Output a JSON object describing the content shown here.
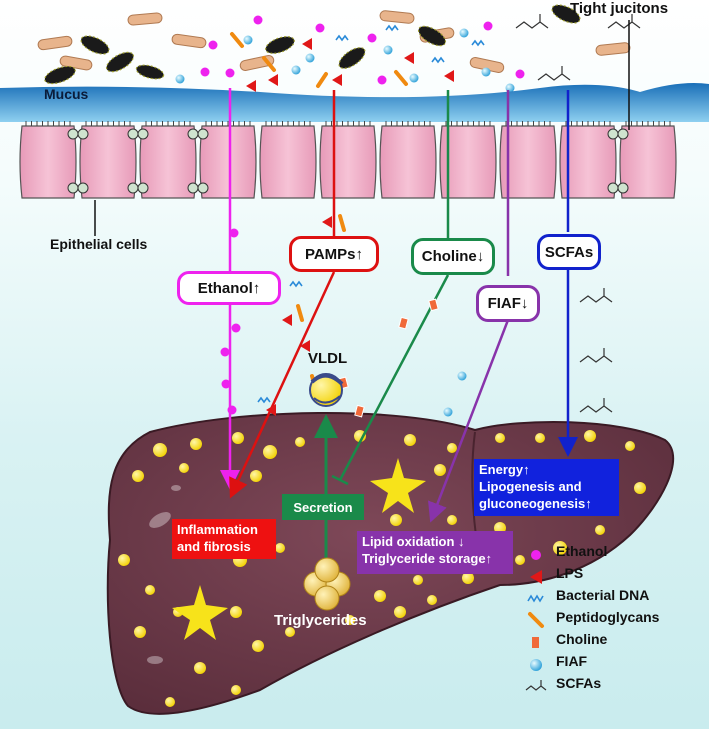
{
  "labels": {
    "tight_junctions": "Tight jucitons",
    "mucus": "Mucus",
    "epithelial_cells": "Epithelial cells",
    "vldl": "VLDL",
    "triglycerides": "Triglycerides"
  },
  "pathways": {
    "ethanol": "Ethanol↑",
    "pamps": "PAMPs↑",
    "choline": "Choline↓",
    "fiaf": "FIAF↓",
    "scfas": "SCFAs",
    "secretion": "Secretion"
  },
  "effects": {
    "inflammation_line1": "Inflammation",
    "inflammation_line2": "and fibrosis",
    "lipid_line1": "Lipid oxidation ↓",
    "lipid_line2": "Triglyceride storage↑",
    "energy_line1": "Energy↑",
    "energy_line2": "Lipogenesis and",
    "energy_line3": "gluconeogenesis↑"
  },
  "legend": [
    {
      "icon": "ethanol-dot-icon",
      "label": "Ethanol"
    },
    {
      "icon": "lps-triangle-icon",
      "label": "LPS"
    },
    {
      "icon": "bacterial-dna-icon",
      "label": "Bacterial DNA"
    },
    {
      "icon": "peptidoglycan-icon",
      "label": "Peptidoglycans"
    },
    {
      "icon": "choline-icon",
      "label": "Choline"
    },
    {
      "icon": "fiaf-sphere-icon",
      "label": "FIAF"
    },
    {
      "icon": "scfa-molecule-icon",
      "label": "SCFAs"
    }
  ],
  "colors": {
    "ethanol": "#ee22ee",
    "pamps": "#dd1111",
    "choline": "#1a8a4a",
    "fiaf": "#8833aa",
    "scfas": "#1122cc",
    "liver": "#6e3c4a",
    "mucus": "#1f7fc4",
    "cells": "#f2b3cb"
  }
}
